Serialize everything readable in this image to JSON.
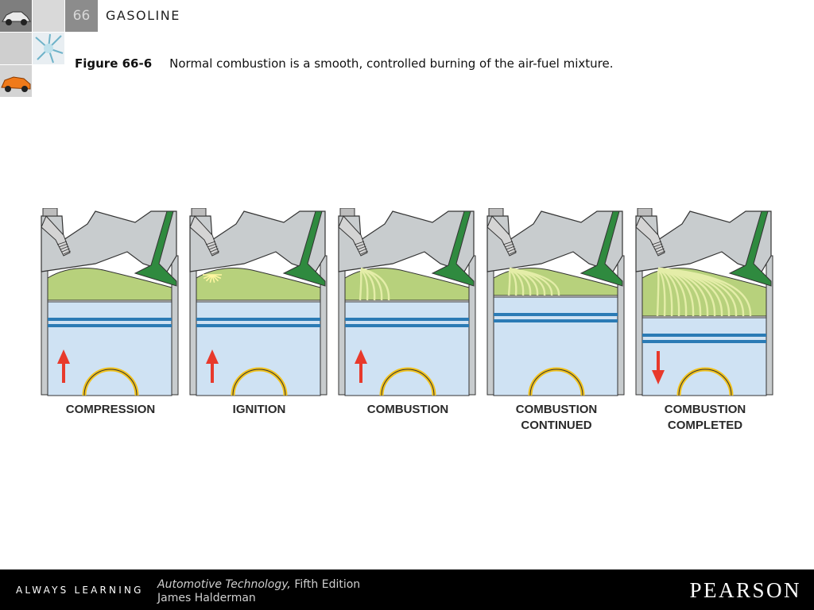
{
  "header": {
    "chapter_number": "66",
    "chapter_title": "GASOLINE"
  },
  "caption": {
    "figure_label": "Figure 66-6",
    "text": "Normal combustion is a smooth, controlled burning of the air-fuel mixture."
  },
  "diagram": {
    "stages": [
      {
        "line1": "COMPRESSION",
        "line2": "",
        "piston": "up",
        "flame": "none"
      },
      {
        "line1": "IGNITION",
        "line2": "",
        "piston": "up",
        "flame": "spark"
      },
      {
        "line1": "COMBUSTION",
        "line2": "",
        "piston": "up",
        "flame": "small"
      },
      {
        "line1": "COMBUSTION",
        "line2": "CONTINUED",
        "piston": "top",
        "flame": "medium"
      },
      {
        "line1": "COMBUSTION",
        "line2": "COMPLETED",
        "piston": "down",
        "flame": "full"
      }
    ],
    "colors": {
      "head": "#c8ccce",
      "mixture": "#b7d17c",
      "flame_rings": "#e4eda8",
      "piston": "#cfe2f3",
      "rings": "#2b7bb5",
      "valve": "#2f8a3f",
      "wrist_pin": "#f2c21b",
      "arrow": "#e8392b",
      "outline": "#333333"
    }
  },
  "footer": {
    "tagline": "ALWAYS LEARNING",
    "book_title": "Automotive Technology,",
    "edition": " Fifth Edition",
    "author": "James Halderman",
    "publisher": "PEARSON"
  }
}
